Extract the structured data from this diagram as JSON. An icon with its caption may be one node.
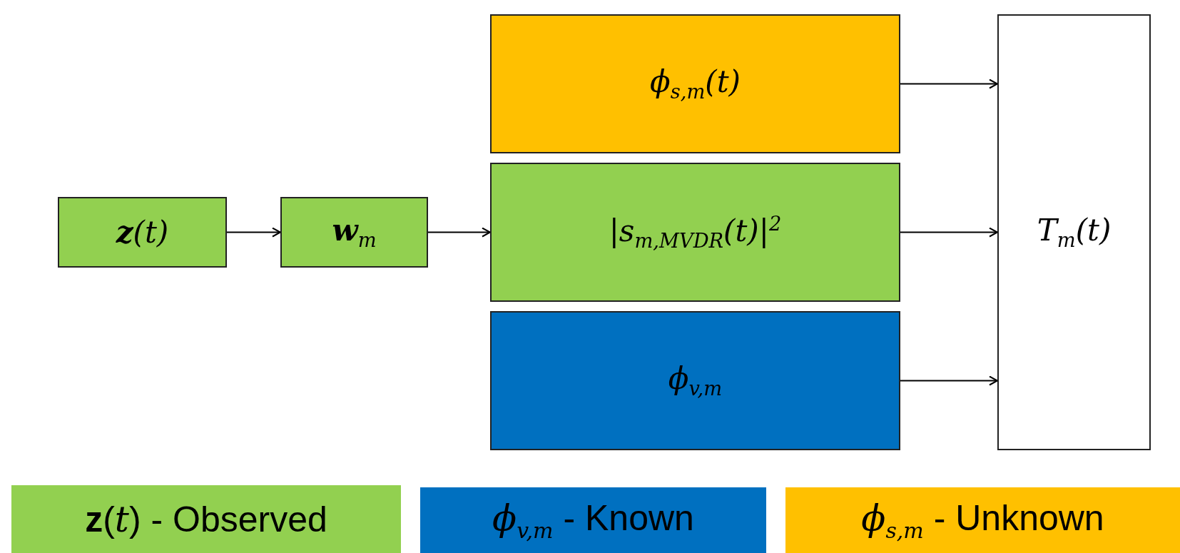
{
  "diagram": {
    "nodes": [
      {
        "text": [
          "**z**(t)"
        ]
      },
      {
        "text": [
          "**w**$_{m}$"
        ]
      },
      {
        "text": [
          "ϕ$_{s,m}$(t)"
        ]
      },
      {
        "text": [
          "|s$_{m,MVDR}$(t)|$^{2}$"
        ]
      },
      {
        "text": [
          "ϕ$_{v,m}$"
        ]
      },
      {
        "text": [
          "T$_{m}$(t)"
        ]
      }
    ],
    "edges": [
      {
        "from": 0,
        "to": 1,
        "arrow": "to"
      },
      {
        "from": 1,
        "to": 3,
        "arrow": "to"
      },
      {
        "from": 2,
        "to": 5,
        "arrow": "to"
      },
      {
        "from": 3,
        "to": 5,
        "arrow": "to"
      },
      {
        "from": 4,
        "to": 5,
        "arrow": "to"
      }
    ],
    "legend": [
      {
        "text": "**z**(*t*) - Observed",
        "color": "#92d050"
      },
      {
        "text": "*ϕ*$_{v,m}$ - Known",
        "color": "#0070c0"
      },
      {
        "text": "*ϕ*$_{s,m}$ - Unknown",
        "color": "#ffc000"
      }
    ]
  }
}
